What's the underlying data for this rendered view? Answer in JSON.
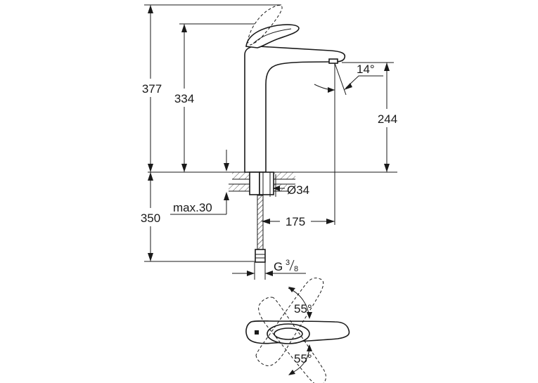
{
  "dimensions": {
    "total_height": "377",
    "spout_height": "334",
    "outlet_height": "244",
    "hose_length": "350",
    "max_thickness": "max.30",
    "reach": "175",
    "hole_diameter": "Ø34",
    "spout_angle": "14°",
    "connection_letter": "G",
    "connection_num": "3",
    "connection_den": "8",
    "lever_angle_top": "55°",
    "lever_angle_bottom": "55°"
  }
}
